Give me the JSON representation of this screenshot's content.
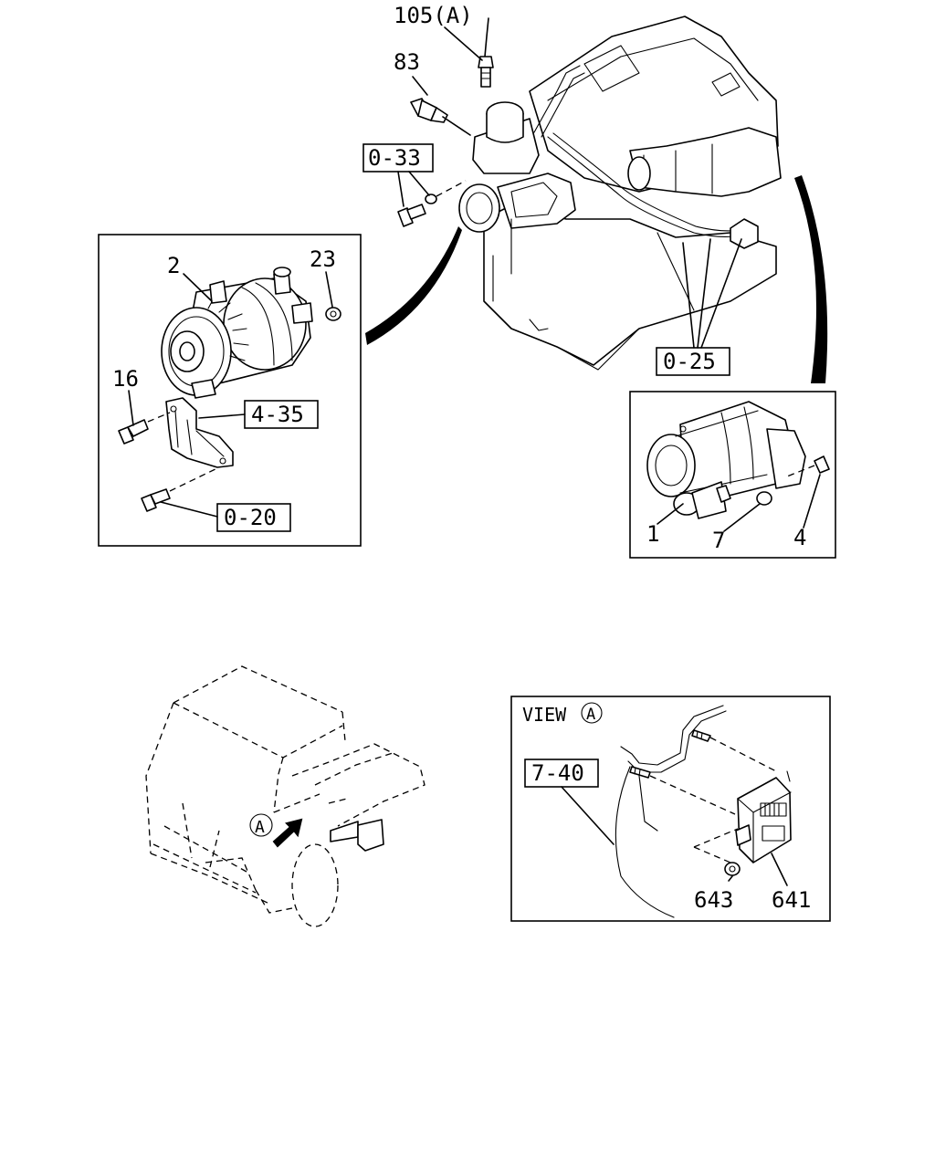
{
  "diagram": {
    "engine": {
      "labels": {
        "p105": "105(A)",
        "p83": "83"
      },
      "refs": {
        "r033": "0-33",
        "r025": "0-25"
      }
    },
    "alternator": {
      "labels": {
        "p2": "2",
        "p23": "23",
        "p16": "16"
      },
      "refs": {
        "r435": "4-35",
        "r020": "0-20"
      }
    },
    "starter": {
      "labels": {
        "p1": "1",
        "p7": "7",
        "p4": "4"
      }
    },
    "truck": {
      "marker": "A"
    },
    "view_a": {
      "title_prefix": "VIEW",
      "title_marker": "A",
      "refs": {
        "r740": "7-40"
      },
      "labels": {
        "p643": "643",
        "p641": "641"
      }
    }
  }
}
